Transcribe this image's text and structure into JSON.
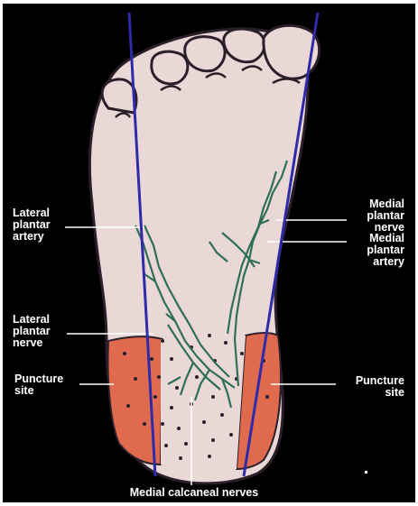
{
  "labels": {
    "lateral_plantar_artery": "Lateral\nplantar\nartery",
    "lateral_plantar_nerve": "Lateral\nplantar\nnerve",
    "puncture_site_left": "Puncture\nsite",
    "medial_plantar_nerve": "Medial\nplantar\nnerve",
    "medial_plantar_artery": "Medial\nplantar\nartery",
    "puncture_site_right": "Puncture\nsite",
    "medial_calcaneal_nerves": "Medial calcaneal nerves"
  },
  "colors": {
    "background": "#000000",
    "skin": "#ead8d6",
    "outline": "#2a1f2a",
    "heel_zone": "#e06a4e",
    "guide_line": "#2e2aa8",
    "vessel": "#2f6f5a",
    "text": "#ffffff"
  }
}
